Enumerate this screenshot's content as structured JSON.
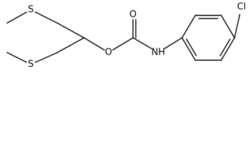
{
  "structure": {
    "atoms": [
      {
        "id": "Me1",
        "label": ""
      },
      {
        "id": "S1",
        "label": "S"
      },
      {
        "id": "C1",
        "label": ""
      },
      {
        "id": "C2",
        "label": ""
      },
      {
        "id": "C3",
        "label": ""
      },
      {
        "id": "S2",
        "label": "S"
      },
      {
        "id": "Me2",
        "label": ""
      },
      {
        "id": "O1",
        "label": "O"
      },
      {
        "id": "C4",
        "label": ""
      },
      {
        "id": "O2",
        "label": "O"
      },
      {
        "id": "N1",
        "label": "NH"
      },
      {
        "id": "R1",
        "label": ""
      },
      {
        "id": "R2",
        "label": ""
      },
      {
        "id": "R3",
        "label": ""
      },
      {
        "id": "R4",
        "label": ""
      },
      {
        "id": "R5",
        "label": ""
      },
      {
        "id": "R6",
        "label": ""
      },
      {
        "id": "Cl1",
        "label": "Cl"
      }
    ],
    "bonds": [
      {
        "from": "Me1",
        "to": "S1",
        "order": 1
      },
      {
        "from": "S1",
        "to": "C1",
        "order": 1
      },
      {
        "from": "C1",
        "to": "C2",
        "order": 1
      },
      {
        "from": "C2",
        "to": "C3",
        "order": 1
      },
      {
        "from": "C3",
        "to": "S2",
        "order": 1
      },
      {
        "from": "S2",
        "to": "Me2",
        "order": 1
      },
      {
        "from": "C2",
        "to": "O1",
        "order": 1
      },
      {
        "from": "O1",
        "to": "C4",
        "order": 1
      },
      {
        "from": "C4",
        "to": "O2",
        "order": 2
      },
      {
        "from": "C4",
        "to": "N1",
        "order": 1
      },
      {
        "from": "N1",
        "to": "R1",
        "order": 1
      },
      {
        "from": "R1",
        "to": "R2",
        "order": 2
      },
      {
        "from": "R2",
        "to": "R3",
        "order": 1
      },
      {
        "from": "R3",
        "to": "R4",
        "order": 2
      },
      {
        "from": "R4",
        "to": "R5",
        "order": 1
      },
      {
        "from": "R5",
        "to": "R6",
        "order": 2
      },
      {
        "from": "R6",
        "to": "R1",
        "order": 1
      },
      {
        "from": "R4",
        "to": "Cl1",
        "order": 1
      }
    ]
  }
}
